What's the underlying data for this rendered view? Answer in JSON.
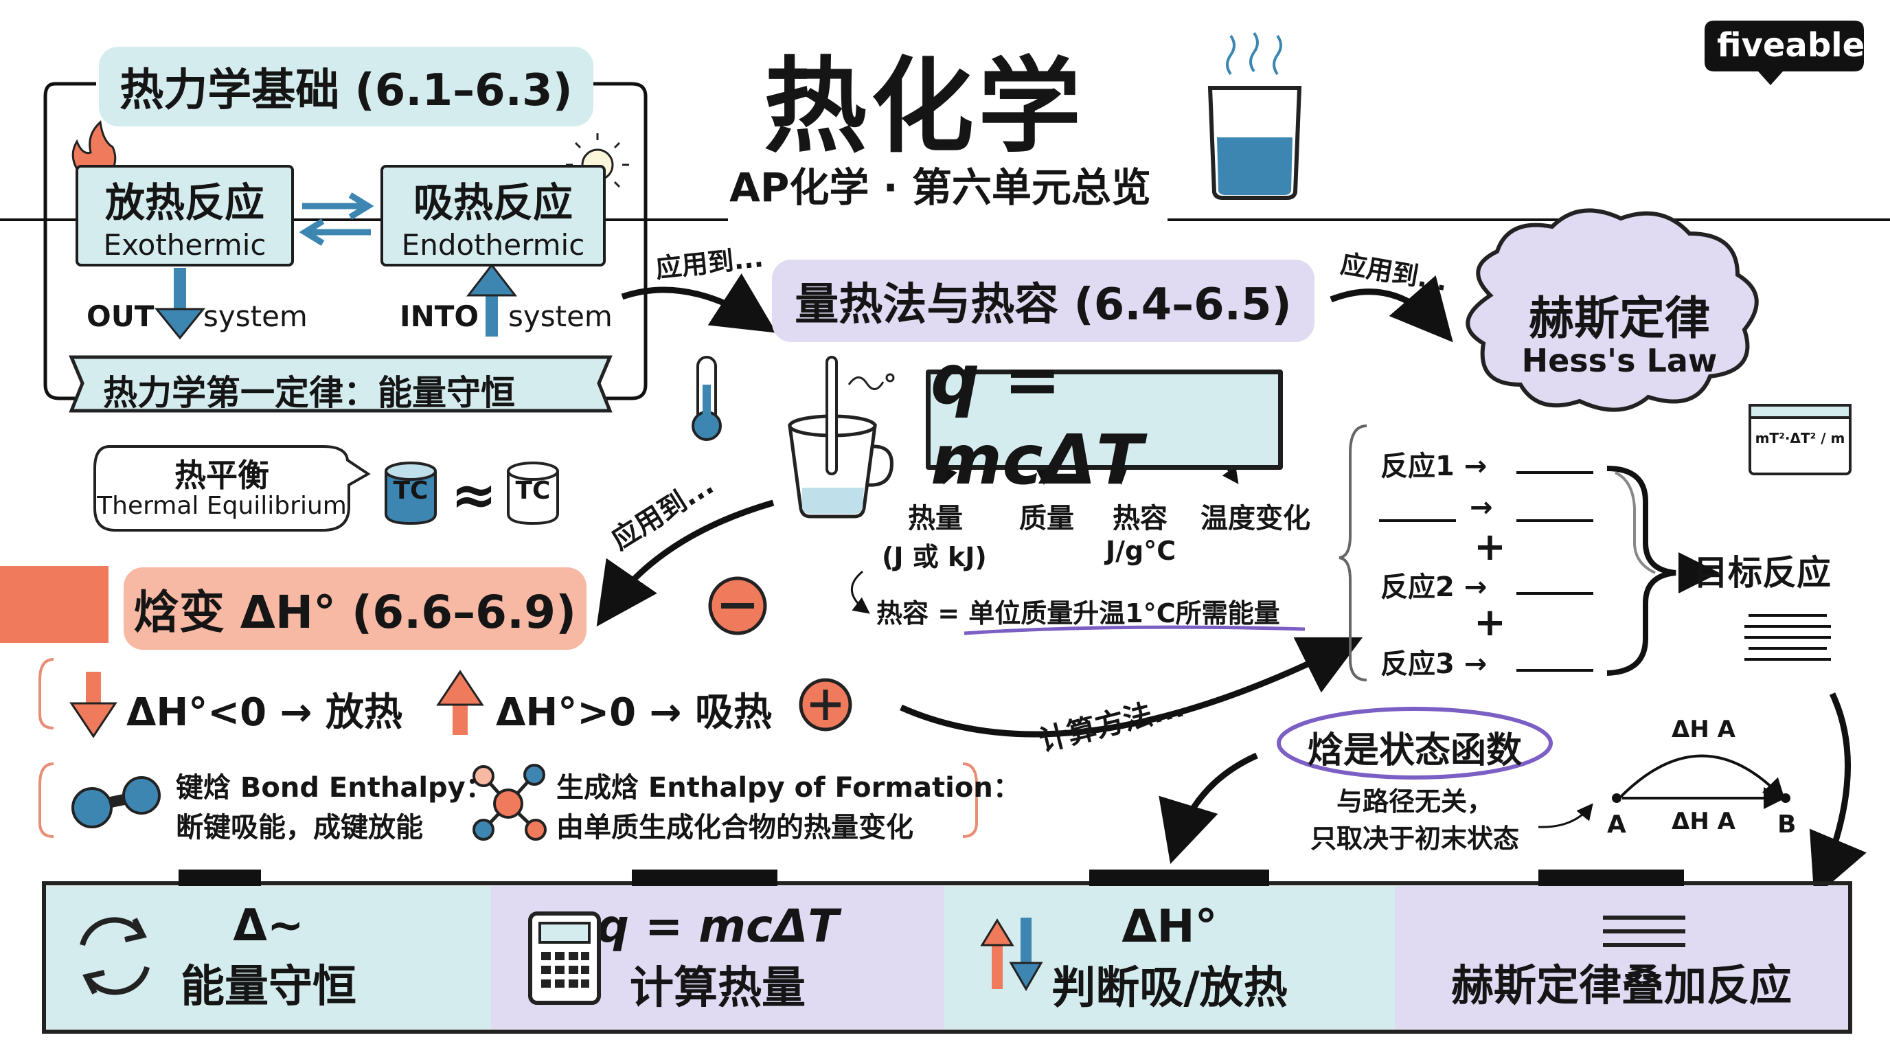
{
  "header": {
    "title": "热化学",
    "subtitle": "AP化学 · 第六单元总览",
    "brand": "fiveable"
  },
  "fundamentals": {
    "title": "热力学基础 (6.1–6.3)",
    "exo_cn": "放热反应",
    "exo_en": "Exothermic",
    "endo_cn": "吸热反应",
    "endo_en": "Endothermic",
    "out_label": "OUT",
    "into_label": "INTO",
    "system_label": "system",
    "first_law": "热力学第一定律：能量守恒"
  },
  "equilibrium": {
    "label_cn": "热平衡",
    "label_en": "Thermal Equilibrium",
    "tc": "TC",
    "approx": "≈"
  },
  "calorimetry": {
    "title": "量热法与热容 (6.4–6.5)",
    "equation": "q = mcΔT",
    "terms": [
      "热量",
      "质量",
      "热容",
      "温度变化"
    ],
    "unit_q": "(J 或 kJ)",
    "unit_c": "J/g°C",
    "heat_capacity_def": "热容 = 单位质量升温1°C所需能量"
  },
  "hess": {
    "title_cn": "赫斯定律",
    "title_en": "Hess's Law",
    "reaction1": "反应1 →",
    "reaction2": "反应2 →",
    "reaction3": "反应3 →",
    "arrow": "→",
    "plus": "+",
    "target": "目标反应",
    "formula_badge": "mT²·ΔT² / m"
  },
  "connectors": {
    "applies_to": "应用到...",
    "calc_method": "计算方法..."
  },
  "enthalpy": {
    "title": "焓变 ΔH° (6.6–6.9)",
    "neg_rule": "ΔH°<0 → 放热",
    "pos_rule": "ΔH°>0 → 吸热",
    "minus": "−",
    "plus": "+",
    "bond_title": "键焓 Bond Enthalpy：",
    "bond_desc": "断键吸能，成键放能",
    "formation_title": "生成焓 Enthalpy of Formation：",
    "formation_desc": "由单质生成化合物的热量变化"
  },
  "state_function": {
    "title": "焓是状态函数",
    "desc_line1": "与路径无关，",
    "desc_line2": "只取决于初末状态",
    "path_label": "ΔH A",
    "point_a": "A",
    "point_b": "B"
  },
  "summary": [
    {
      "top": "Δ~",
      "bottom": "能量守恒",
      "bg": "#d5ecee"
    },
    {
      "top": "q = mcΔT",
      "bottom": "计算热量",
      "bg": "#e0daf3"
    },
    {
      "top": "ΔH°",
      "bottom": "判断吸/放热",
      "bg": "#d5ecee"
    },
    {
      "top": "",
      "bottom": "赫斯定律叠加反应",
      "bg": "#e0daf3"
    }
  ],
  "colors": {
    "teal_box": "#d5ecee",
    "lavender": "#e0daf3",
    "salmon": "#f8b9a4",
    "coral": "#f07a5c",
    "blue_arrow": "#3d86b2",
    "purple_line": "#7b5fc4"
  }
}
